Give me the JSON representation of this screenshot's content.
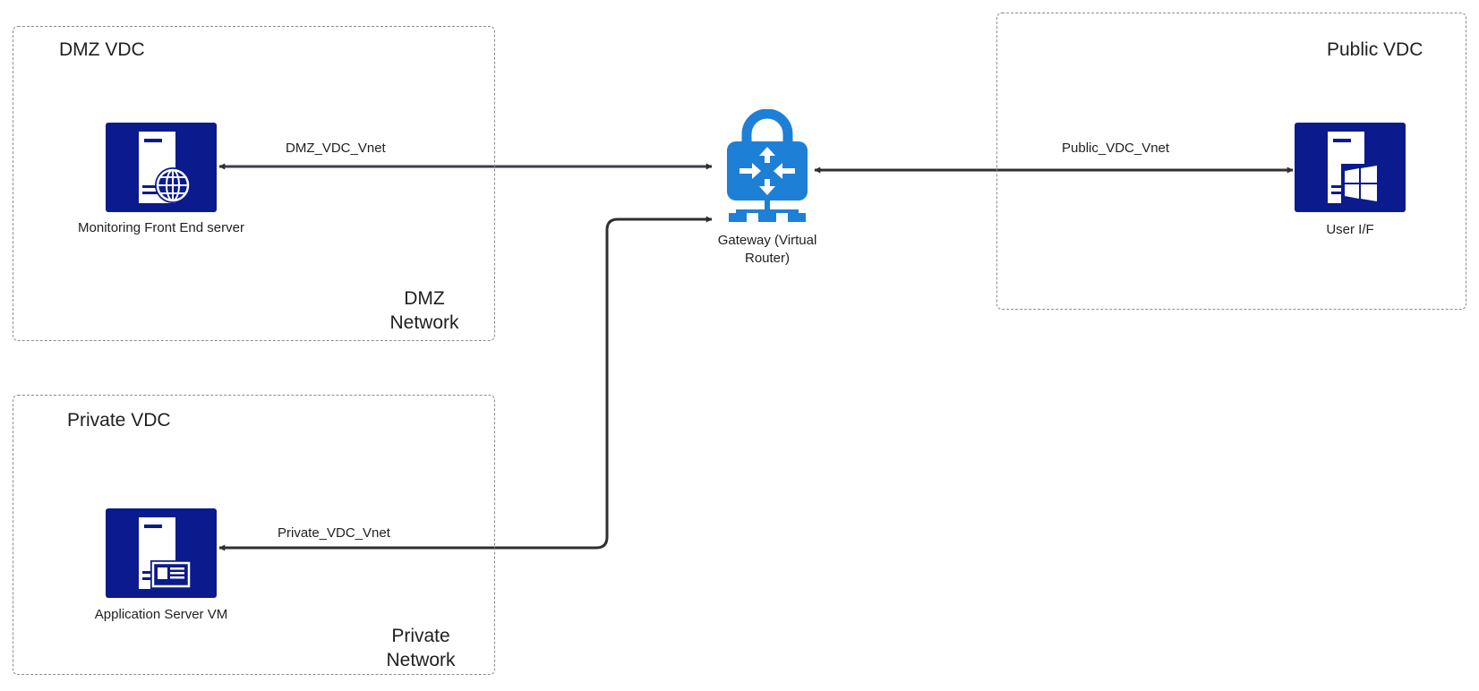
{
  "zones": {
    "dmz": {
      "title": "DMZ VDC",
      "network": "DMZ Network"
    },
    "public": {
      "title": "Public VDC"
    },
    "private": {
      "title": "Private VDC",
      "network": "Private Network"
    }
  },
  "nodes": {
    "monitoring": {
      "label": "Monitoring Front End server",
      "icon": "web-server-icon"
    },
    "gateway": {
      "label": "Gateway (Virtual Router)",
      "icon": "router-lock-icon"
    },
    "user_if": {
      "label": "User I/F",
      "icon": "windows-server-icon"
    },
    "app_server": {
      "label": "Application Server VM",
      "icon": "application-server-icon"
    }
  },
  "edges": {
    "dmz_vnet": {
      "label": "DMZ_VDC_Vnet",
      "from": "monitoring",
      "to": "gateway"
    },
    "public_vnet": {
      "label": "Public_VDC_Vnet",
      "from": "gateway",
      "to": "user_if"
    },
    "private_vnet": {
      "label": "Private_VDC_Vnet",
      "from": "gateway",
      "to": "app_server"
    }
  },
  "colors": {
    "server_tile": "#0b1a8c",
    "gateway": "#1e7fd6",
    "line": "#2f2f2f",
    "zone_border": "#8c8c8c"
  }
}
